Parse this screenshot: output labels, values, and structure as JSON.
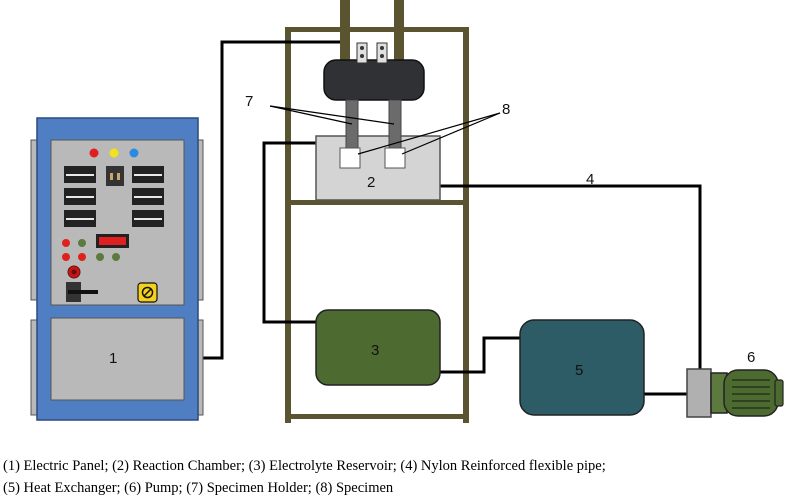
{
  "labels": {
    "electric_panel": "1",
    "reaction_chamber": "2",
    "electrolyte_reservoir": "3",
    "pipe": "4",
    "heat_exchanger": "5",
    "pump": "6",
    "specimen_holder": "7",
    "specimen": "8"
  },
  "caption": {
    "line1": "(1) Electric Panel; (2) Reaction Chamber; (3) Electrolyte Reservoir; (4) Nylon Reinforced flexible pipe;",
    "line2": "(5) Heat Exchanger; (6) Pump; (7) Specimen Holder; (8) Specimen"
  },
  "colors": {
    "panel_blue": "#4f7fc2",
    "panel_gray": "#b9b9b9",
    "frame": "#5a5430",
    "chamber": "#d4d4d4",
    "reservoir": "#4d6b31",
    "heat_exchanger": "#2d5b66",
    "motor": "#4d6b31",
    "pipe": "#000000"
  }
}
